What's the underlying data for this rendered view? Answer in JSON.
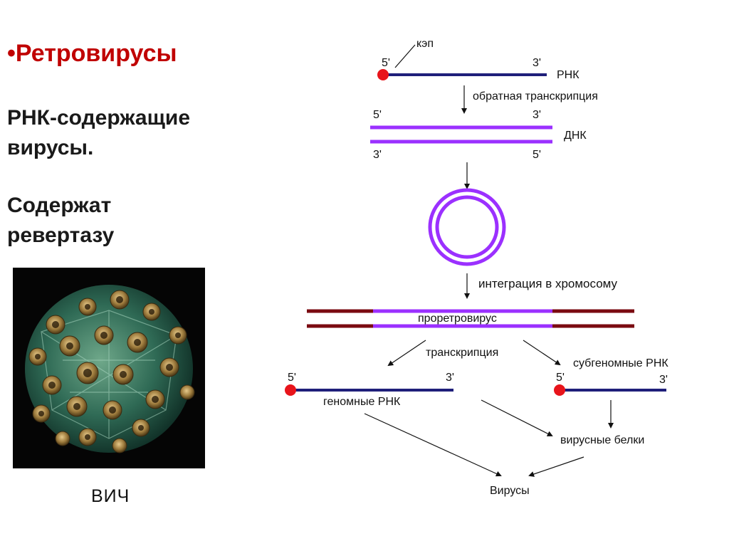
{
  "title": {
    "bullet": "•",
    "text": "Ретровирусы"
  },
  "description": {
    "line1": "РНК-содержащие",
    "line2": "вирусы.",
    "line3": "Содержат",
    "line4": "ревертазу"
  },
  "photo": {
    "caption": "ВИЧ"
  },
  "diagram": {
    "cap_label": "кэп",
    "rna_5": "5'",
    "rna_3": "3'",
    "rna_label": "РНК",
    "step_reverse_transcription": "обратная транскрипция",
    "dna_top_5": "5'",
    "dna_top_3": "3'",
    "dna_label": "ДНК",
    "dna_bottom_3": "3'",
    "dna_bottom_5": "5'",
    "step_integration": "интеграция в хромосому",
    "provirus_label": "проретровирус",
    "step_transcription": "транскрипция",
    "genomic_5": "5'",
    "genomic_3": "3'",
    "genomic_label": "геномные РНК",
    "subgenomic_label": "субгеномные РНК",
    "subgenomic_5": "5'",
    "subgenomic_3": "3'",
    "viral_proteins": "вирусные белки",
    "viruses": "Вирусы"
  },
  "colors": {
    "title": "#c00000",
    "rna_strand": "#1f1f7a",
    "dna_strand": "#9b30ff",
    "chromosome": "#7a0a10",
    "cap": "#e8141b"
  }
}
